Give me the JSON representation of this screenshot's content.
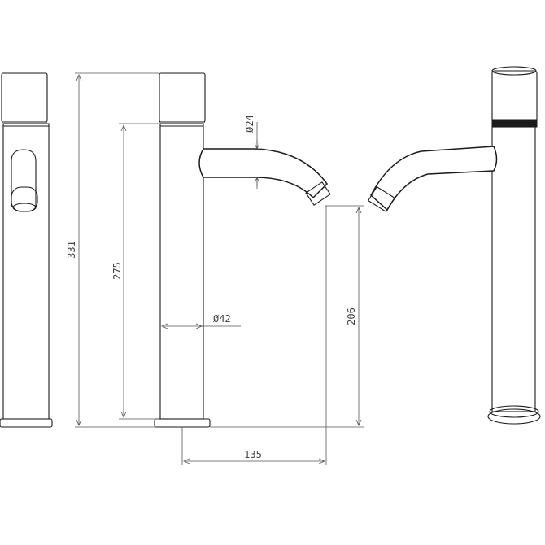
{
  "dimensions": {
    "total_height": "331",
    "body_height": "275",
    "spout_height": "206",
    "reach": "135",
    "spout_diameter": "Ø24",
    "body_diameter": "Ø42"
  },
  "colors": {
    "line": "#1a1a1a",
    "dimension": "#555555",
    "background": "#ffffff"
  }
}
